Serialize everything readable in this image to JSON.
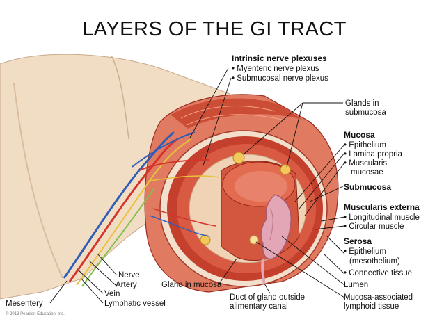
{
  "title": "LAYERS OF THE GI TRACT",
  "labels": {
    "intrinsic_heading": "Intrinsic nerve plexuses",
    "myenteric": "• Myenteric nerve plexus",
    "submucosal_plexus": "• Submucosal nerve plexus",
    "glands_submucosa_1": "Glands in",
    "glands_submucosa_2": "submucosa",
    "mucosa_heading": "Mucosa",
    "epithelium": "• Epithelium",
    "lamina_propria": "• Lamina propria",
    "muscularis_mucosae_1": "• Muscularis",
    "muscularis_mucosae_2": "mucosae",
    "submucosa": "Submucosa",
    "muscularis_externa": "Muscularis externa",
    "longitudinal_muscle": "• Longitudinal muscle",
    "circular_muscle": "• Circular muscle",
    "serosa_heading": "Serosa",
    "serosa_epithelium": "• Epithelium",
    "mesothelium": "(mesothelium)",
    "connective_tissue": "• Connective tissue",
    "lumen": "Lumen",
    "malt_1": "Mucosa-associated",
    "malt_2": "lymphoid tissue",
    "duct_1": "Duct of gland outside",
    "duct_2": "alimentary canal",
    "gland_mucosa": "Gland in mucosa",
    "nerve": "Nerve",
    "artery": "Artery",
    "vein": "Vein",
    "lymphatic": "Lymphatic vessel",
    "mesentery": "Mesentery",
    "copyright": "© 2013 Pearson Education, Inc."
  },
  "colors": {
    "muscle_dark": "#b8392a",
    "muscle_light": "#e07a60",
    "submucosa": "#f0d2b4",
    "mesentery": "#f1dcc4",
    "artery": "#d6332a",
    "vein": "#2f5db8",
    "nerve": "#e8c23a",
    "lymphatic": "#7fbf4a",
    "mucosa": "#e3a6b6"
  }
}
